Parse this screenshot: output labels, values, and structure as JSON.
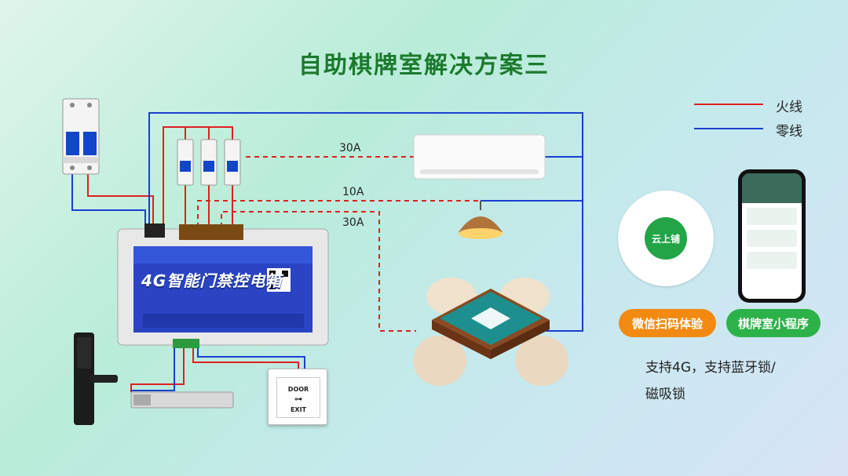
{
  "title": "自助棋牌室解决方案三",
  "legend": {
    "live": {
      "label": "火线",
      "color": "#e02020"
    },
    "neutral": {
      "label": "零线",
      "color": "#1a3fd0"
    }
  },
  "circuits": {
    "ac_amp": "30A",
    "lamp_amp": "10A",
    "table_amp": "30A"
  },
  "device": {
    "title": "4G智能门禁控电箱"
  },
  "door_button": {
    "line1": "DOOR",
    "line2": "EXIT"
  },
  "qr": {
    "center_label": "云上铺"
  },
  "badges": {
    "scan": {
      "label": "微信扫码体验",
      "color": "#f28a12"
    },
    "miniapp": {
      "label": "棋牌室小程序",
      "color": "#2db24a"
    }
  },
  "support": {
    "line1": "支持4G，支持蓝牙锁/",
    "line2": "磁吸锁"
  }
}
